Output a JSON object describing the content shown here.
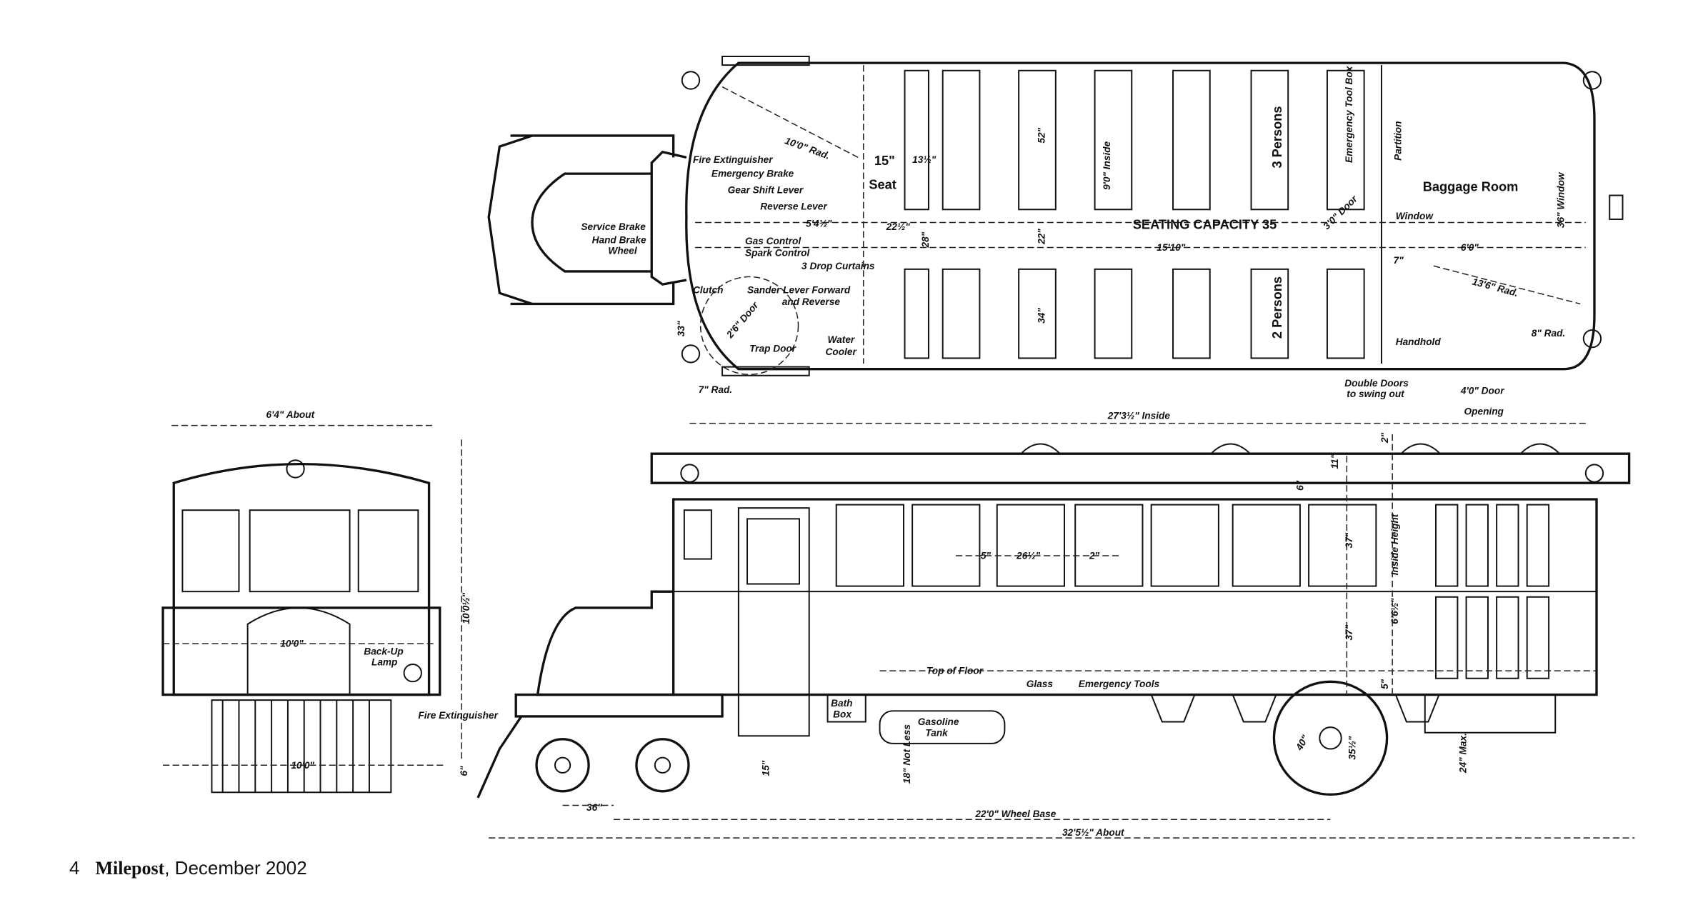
{
  "footer": {
    "page": "4",
    "magazine": "Milepost",
    "issue": ", December 2002"
  },
  "plan": {
    "rad_10": "10'0\" Rad.",
    "fire_ext": "Fire Extinguisher",
    "emerg_brake": "Emergency Brake",
    "gear_shift": "Gear Shift Lever",
    "reverse": "Reverse Lever",
    "service_brake": "Service Brake",
    "hand_brake": "Hand Brake",
    "wheel": "Wheel",
    "gas_control": "Gas Control",
    "spark_control": "Spark Control",
    "drop_curtains": "3 Drop Curtains",
    "clutch": "Clutch",
    "sander": "Sander Lever Forward",
    "sander2": "and Reverse",
    "trap_door": "Trap Door",
    "trap_door_dim": "2'6\" Door",
    "water": "Water",
    "cooler": "Cooler",
    "rad_7": "7\" Rad.",
    "d33": "33\"",
    "seat_w": "15\"",
    "seat": "Seat",
    "d13": "13½\"",
    "d54": "5'4½\"",
    "d22h": "22½\"",
    "d28": "28\"",
    "d52": "52\"",
    "d22": "22\"",
    "d34": "34\"",
    "inside9": "9'0\" Inside",
    "capacity": "SEATING CAPACITY 35",
    "d1510": "15'10\"",
    "p3": "3 Persons",
    "p2": "2 Persons",
    "toolbox": "Emergency Tool Box",
    "partition": "Partition",
    "door3": "3'0\" Door",
    "baggage": "Baggage Room",
    "window": "Window",
    "win36": "36\" Window",
    "d60": "6'0\"",
    "d7": "7\"",
    "rad136": "13'6\" Rad.",
    "handhold": "Handhold",
    "rad8": "8\" Rad.",
    "dbl1": "Double Doors",
    "dbl2": "to swing out",
    "door4": "4'0\" Door",
    "opening": "Opening",
    "inside27": "27'3½\" Inside"
  },
  "front": {
    "about": "6'4\" About",
    "h10": "10'0½\"",
    "w10": "10'0\"",
    "backup1": "Back-Up",
    "backup2": "Lamp",
    "fire": "Fire Extinguisher",
    "w10b": "10'0\"",
    "d6": "6\""
  },
  "side": {
    "d11": "11\"",
    "d2a": "2\"",
    "d6": "6\"",
    "d5": "5\"",
    "d26": "26½\"",
    "d2b": "2\"",
    "d37a": "37\"",
    "inside_h": "Inside Height",
    "d66": "6'6½\"",
    "d37b": "37\"",
    "floor": "Top of Floor",
    "glass": "Glass",
    "emerg_tools": "Emergency Tools",
    "bath1": "Bath",
    "bath2": "Box",
    "gas1": "Gasoline",
    "gas2": "Tank",
    "d15": "15\"",
    "d18": "18\" Not Less",
    "d40": "40\"",
    "d35": "35½\"",
    "d5b": "5\"",
    "d24": "24\" Max.",
    "d36": "36\"",
    "wheelbase": "22'0\" Wheel Base",
    "about": "32'5½\" About"
  }
}
